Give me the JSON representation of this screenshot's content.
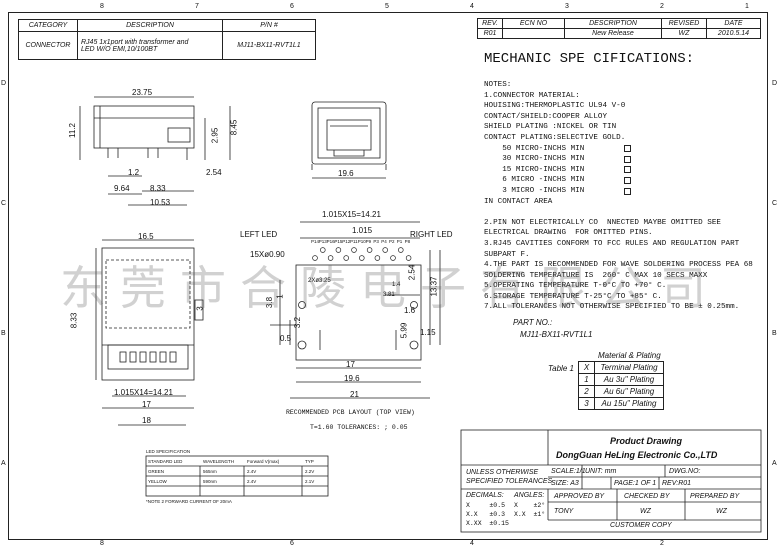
{
  "header_table": {
    "headers": [
      "CATEGORY",
      "DESCRIPTION",
      "P/N #"
    ],
    "category": "CONNECTOR",
    "description_line1": "RJ45 1x1port with transformer and",
    "description_line2": "LED W/O EMI,10/100BT",
    "pn": "MJ11-BX11-RVT1L1"
  },
  "revision_table": {
    "headers": [
      "REV.",
      "ECN NO",
      "DESCRIPTION",
      "REVISED",
      "DATE"
    ],
    "row": [
      "R01",
      "",
      "New Release",
      "WZ",
      "2010.5.14"
    ]
  },
  "title": "MECHANIC SPE CIFICATIONS:",
  "spec_lines": [
    "NOTES:",
    "1.CONNECTOR MATERIAL:",
    "HOUISING:THERMOPLASTIC UL94 V-0",
    "CONTACT/SHIELD:COOPER ALLOY",
    "SHIELD PLATING :NICKEL OR TIN",
    "CONTACT PLATING:SELECTIVE GOLD.",
    "    50 MICRO-INCHS MIN",
    "    30 MICRO-INCHS MIN",
    "    15 MICRO-INCHS MIN",
    "    6 MICRO -INCHS MIN",
    "    3 MICRO -INCHS MIN",
    "IN CONTACT AREA",
    "",
    "2.PIN NOT ELECTRICALLY CO  NNECTED MAYBE OMITTED SEE",
    "ELECTRICAL DRAWING  FOR OMITTED PINS.",
    "3.RJ45 CAVITIES CONFORM TO FCC RULES AND REGULATION PART",
    "SUBPART F.",
    "4.THE PART IS RECOMMENDED FOR WAVE SOLDERING PROCESS PEA 68",
    "SOLDERING TEMPERATURE IS  260° C MAX 10 SECS MAXX",
    "5.OPERATING TEMPERATURE T-0°C TO +70° C.",
    "6.STORAGE TEMPERATURE T-25°C TO +85° C.",
    "7.ALL TOLERANCES NOT OTHERWISE SPECIFIED TO BE ± 0.25mm."
  ],
  "part_no_label": "PART NO.:",
  "part_no": "MJ11-BX11-RVT1L1",
  "plating_title": "Material & Plating",
  "plating_table_label": "Table 1",
  "plating_table": [
    [
      "X",
      "Terminal Plating"
    ],
    [
      "1",
      "Au 3u\" Plating"
    ],
    [
      "2",
      "Au 6u\" Plating"
    ],
    [
      "3",
      "Au 15u\" Plating"
    ]
  ],
  "watermark": "东莞市合陵电子有限公司",
  "dims": {
    "d2375": "23.75",
    "d112": "11.2",
    "d295": "2.95",
    "d845": "8.45",
    "d12": "1.2",
    "d254a": "2.54",
    "d964": "9.64",
    "d833a": "8.33",
    "d1053": "10.53",
    "d196a": "19.6",
    "d165": "16.5",
    "d833b": "8.33",
    "d3": "3",
    "d1015x14": "1.015X14=14.21",
    "d17a": "17",
    "d18": "18",
    "d1015x15": "1.015X15=14.21",
    "d1015": "1.015",
    "left_led": "LEFT LED",
    "right_led": "RIGHT LED",
    "d15x09": "15Xø0.90",
    "d254b": "2.54",
    "d1337": "13.37",
    "d38": "3.8",
    "d1": "1",
    "d05": "0.5",
    "d32": "3.2",
    "d599": "5.99",
    "d16": "1.6",
    "d115": "1.15",
    "d17b": "17",
    "d196b": "19.6",
    "d21": "21",
    "pins": [
      "P14",
      "P13",
      "P16",
      "P15",
      "P12",
      "P11",
      "P10",
      "P9",
      "P3",
      "P4",
      "P2",
      "P1",
      "P8"
    ],
    "d381": "3.81",
    "d2x": "2Xø3.25",
    "d14": "1.4"
  },
  "pcb_caption": "RECOMMENDED PCB LAYOUT (TOP VIEW)",
  "pcb_tolerance": "T=1.60 TOLERANCES: ; 0.05",
  "led_table": {
    "title": "LED SPECIFICATION",
    "headers": [
      "STANDARD LED",
      "WAVELENGTH",
      "Forward V(max)",
      "TYP"
    ],
    "rows": [
      [
        "GREEN",
        "565nm",
        "2.4V",
        "2.2V"
      ],
      [
        "YELLOW",
        "590nm",
        "2.4V",
        "2.1V"
      ]
    ],
    "note": "*NOTE 2 FORWARD CURRENT OF 20mA"
  },
  "title_block": {
    "product": "Product Drawing",
    "company": "DongGuan HeLing Electronic Co.,LTD",
    "unless": "UNLESS OTHERWISE",
    "specified": "SPECIFIED TOLERANCES",
    "scale": "SCALE:1/1",
    "unit": "UNIT: mm",
    "dwg": "DWG.NO:",
    "size": "SIZE: A3",
    "page": "PAGE:1 OF 1",
    "rev": "REV:R01",
    "decimals": "DECIMALS:",
    "angles": "ANGLES:",
    "tol1": "X     ±0.5",
    "tol2": "X.X   ±0.3",
    "tol3": "X.XX  ±0.15",
    "ang1": "X    ±2°",
    "ang2": "X.X  ±1°",
    "approved": "APPROVED BY",
    "checked": "CHECKED BY",
    "prepared": "PREPARED BY",
    "approved_v": "TONY",
    "checked_v": "WZ",
    "prepared_v": "WZ",
    "customer": "CUSTOMER COPY"
  },
  "zones": {
    "top": [
      "8",
      "7",
      "6",
      "5",
      "4",
      "3",
      "2",
      "1"
    ],
    "side": [
      "D",
      "C",
      "B",
      "A"
    ]
  }
}
